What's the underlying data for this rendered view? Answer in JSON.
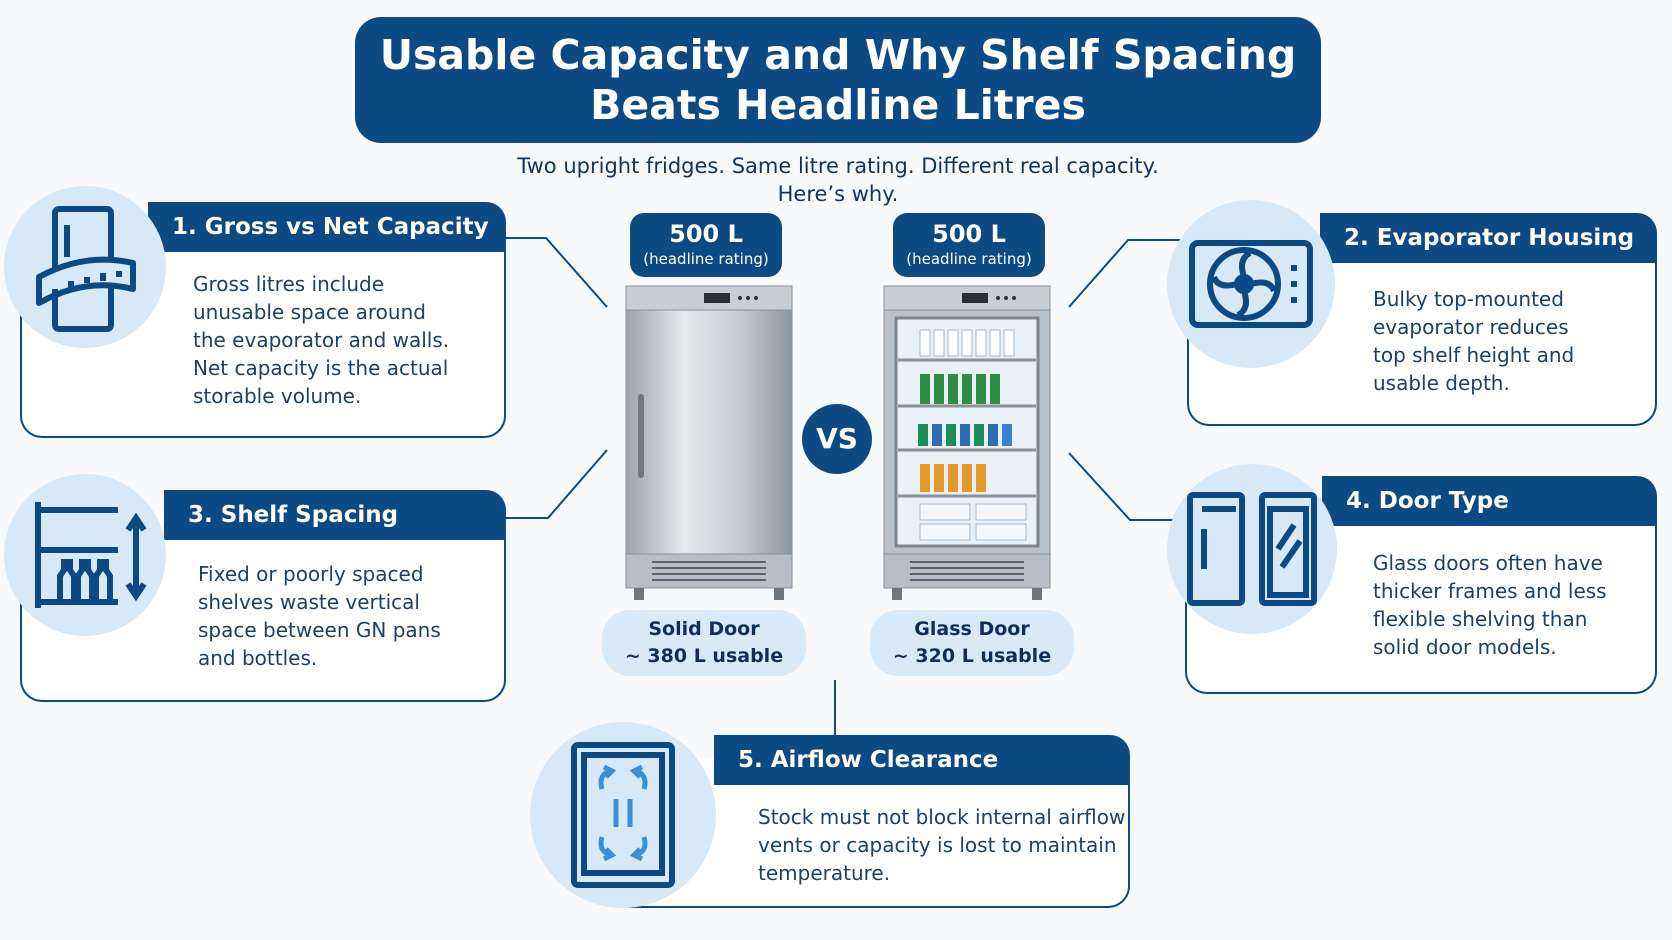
{
  "title": {
    "line1": "Usable Capacity and Why Shelf Spacing",
    "line2": "Beats Headline Litres"
  },
  "subtitle": {
    "line1": "Two upright fridges. Same litre rating. Different real capacity.",
    "line2": "Here’s why."
  },
  "fridges": [
    {
      "rating": "500 L",
      "rating_note": "(headline rating)",
      "type": "Solid Door",
      "usable": "~ 380 L usable"
    },
    {
      "rating": "500 L",
      "rating_note": "(headline rating)",
      "type": "Glass Door",
      "usable": "~ 320 L usable"
    }
  ],
  "vs_label": "VS",
  "cards": [
    {
      "heading": "1.  Gross vs Net Capacity",
      "lines": [
        "Gross litres include",
        "unusable space around",
        "the evaporator and walls.",
        "Net capacity is the actual",
        "storable volume."
      ],
      "icon": "tape-measure-fridge-icon"
    },
    {
      "heading": "2.  Evaporator Housing",
      "lines": [
        "Bulky top-mounted",
        "evaporator reduces",
        "top shelf height and",
        "usable depth."
      ],
      "icon": "evaporator-fan-icon"
    },
    {
      "heading": "3.  Shelf Spacing",
      "lines": [
        "Fixed or poorly spaced",
        "shelves waste vertical",
        "space between GN pans",
        "and bottles."
      ],
      "icon": "shelf-bottles-icon"
    },
    {
      "heading": "4.  Door Type",
      "lines": [
        "Glass doors often have",
        "thicker frames and less",
        "flexible shelving than",
        "solid door models."
      ],
      "icon": "door-types-icon"
    },
    {
      "heading": "5.  Airflow Clearance",
      "lines": [
        "Stock must not block internal airflow",
        "vents or capacity is lost to maintain",
        "temperature."
      ],
      "icon": "airflow-arrows-icon"
    }
  ],
  "colors": {
    "navy": "#0d4a83",
    "light_blue": "#d7e8f6",
    "background": "#f7f9fb"
  }
}
